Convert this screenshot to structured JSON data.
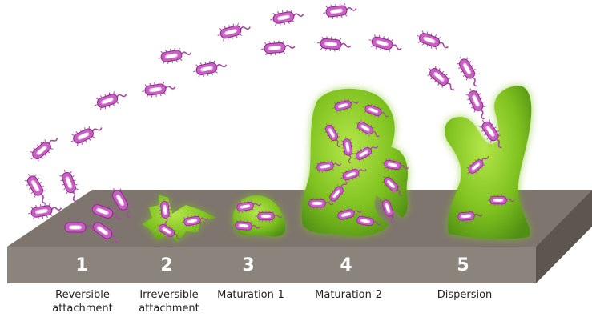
{
  "colors": {
    "surface_top": "#7e756e",
    "surface_front": "#8b847d",
    "surface_side": "#5c5550",
    "biofilm": "#7fc21f",
    "biofilm_light": "#a8de3e",
    "biofilm_dark": "#4f8f14",
    "bacterium": "#c85fc3",
    "bacterium_outline": "#8b2a86",
    "bacterium_core": "#ffffff",
    "number": "#ffffff",
    "label": "#222222"
  },
  "stages": [
    {
      "number": "1",
      "label_line1": "Reversible",
      "label_line2": "attachment"
    },
    {
      "number": "2",
      "label_line1": "Irreversible",
      "label_line2": "attachment"
    },
    {
      "number": "3",
      "label_line1": "Maturation-1",
      "label_line2": ""
    },
    {
      "number": "4",
      "label_line1": "Maturation-2",
      "label_line2": ""
    },
    {
      "number": "5",
      "label_line1": "Dispersion",
      "label_line2": ""
    }
  ],
  "bacterium_icon": "rod-bacterium-with-flagellum-icon",
  "biofilm_icon": "biofilm-blob"
}
